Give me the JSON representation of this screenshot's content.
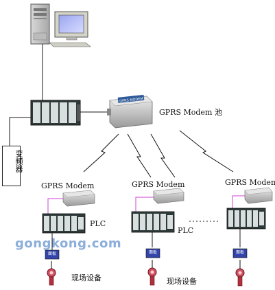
{
  "labels": {
    "modem_pool": "GPRS Modem 池",
    "modem_left": "GPRS Modem",
    "modem_mid": "GPRS Modem",
    "modem_right": "GPRS Modem",
    "modem_top": "GPRS MODEM",
    "plc_left": "PLC",
    "plc_mid": "PLC",
    "field_left": "现场设备",
    "field_mid": "现场设备",
    "vfd": "变频器",
    "panel": "面板",
    "watermark": "gongkong.com"
  },
  "colors": {
    "line": "#1a1a1a",
    "pink_link": "#d040d0",
    "modem_body": "#c8c8c8",
    "plc_dark": "#2e3a3a",
    "plc_module": "#dfe3e3",
    "panel_blue": "#3344aa",
    "device_red": "#b0303c"
  },
  "icons": [
    "server-icon",
    "monitor-icon",
    "modem-icon",
    "plc-icon",
    "panel-icon",
    "flow-meter-icon",
    "wireless-bolt-icon"
  ]
}
